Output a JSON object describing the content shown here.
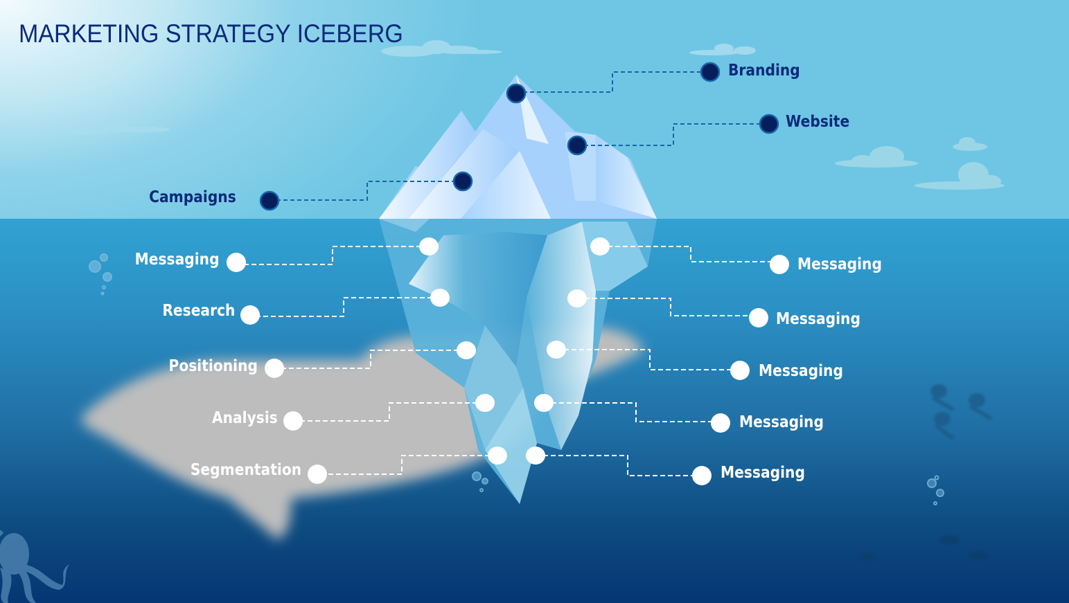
{
  "title": "MARKETING STRATEGY ICEBERG",
  "above_water": [
    {
      "label": "Branding",
      "side": "right"
    },
    {
      "label": "Website",
      "side": "right"
    },
    {
      "label": "Campaigns",
      "side": "left"
    }
  ],
  "below_water_left": [
    {
      "label": "Messaging"
    },
    {
      "label": "Research"
    },
    {
      "label": "Positioning"
    },
    {
      "label": "Analysis"
    },
    {
      "label": "Segmentation"
    }
  ],
  "below_water_right": [
    {
      "label": "Messaging"
    },
    {
      "label": "Messaging"
    },
    {
      "label": "Messaging"
    },
    {
      "label": "Messaging"
    },
    {
      "label": "Messaging"
    }
  ],
  "colors": {
    "title": "#0b2a7a",
    "dark_marker": "#061f5c",
    "dark_marker_ring": "#1565a8",
    "light_marker": "#ffffff",
    "sky": "#6ec6e4",
    "sea_top": "#32a2d2",
    "sea_bottom": "#063673"
  },
  "decorations": [
    "cloud",
    "cloud",
    "cloud",
    "cloud",
    "dolphin-silhouette",
    "octopus",
    "bubbles",
    "jellyfish",
    "fish"
  ]
}
